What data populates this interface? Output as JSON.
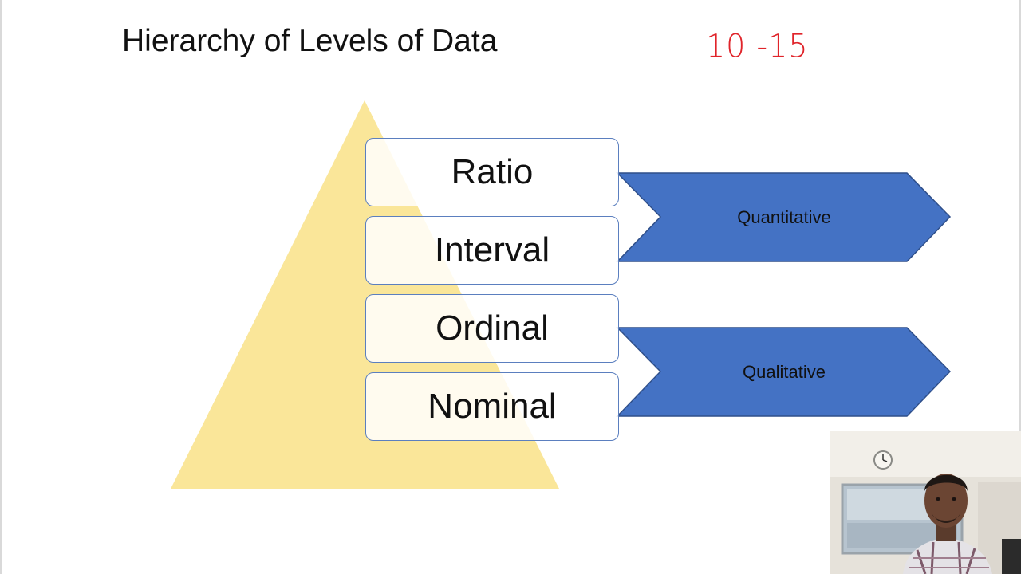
{
  "slide": {
    "title": "Hierarchy of Levels of Data",
    "annotation": "10 -15"
  },
  "levels": [
    {
      "label": "Ratio"
    },
    {
      "label": "Interval"
    },
    {
      "label": "Ordinal"
    },
    {
      "label": "Nominal"
    }
  ],
  "groups": [
    {
      "label": "Quantitative",
      "spans": [
        "Ratio",
        "Interval"
      ]
    },
    {
      "label": "Qualitative",
      "spans": [
        "Ordinal",
        "Nominal"
      ]
    }
  ],
  "colors": {
    "pyramid": "#fae699",
    "arrow_fill": "#4472c4",
    "arrow_border": "#2f4f8a",
    "box_border": "#5b7fbf",
    "annotation": "#e0242a"
  },
  "webcam": {
    "icon": "presenter-webcam-feed"
  }
}
